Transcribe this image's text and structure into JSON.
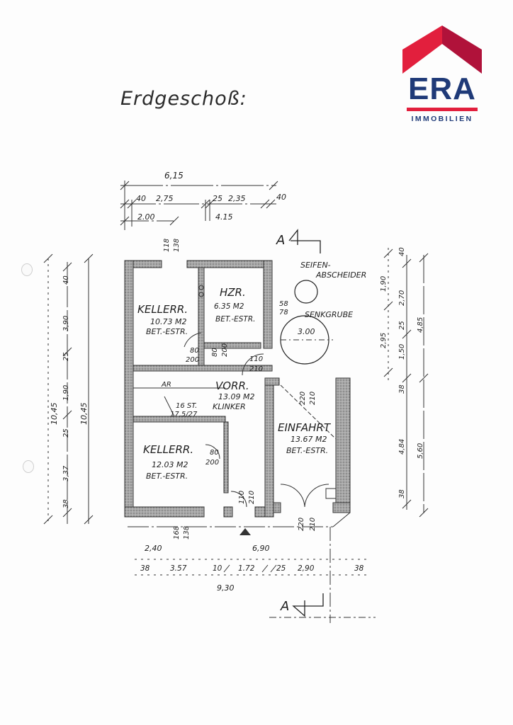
{
  "document": {
    "title": "Erdgeschoß:",
    "section_marker": "A"
  },
  "logo": {
    "brand": "ERA",
    "subtitle": "IMMOBILIEN",
    "colors": {
      "roof_left": "#e21f3d",
      "roof_right": "#b0123a",
      "text": "#1f3a78",
      "bar": "#e21f3d"
    }
  },
  "rooms": [
    {
      "name": "KELLERR.",
      "area": "10.73 M2",
      "floor": "BET.-ESTR."
    },
    {
      "name": "HZR.",
      "area": "6.35 M2",
      "floor": "BET.-ESTR."
    },
    {
      "name": "VORR.",
      "area": "13.09 M2",
      "floor": "KLINKER"
    },
    {
      "name": "KELLERR.",
      "area": "12.03 M2",
      "floor": "BET.-ESTR."
    },
    {
      "name": "EINFAHRT",
      "area": "13.67 M2",
      "floor": "BET.-ESTR."
    }
  ],
  "fixtures": {
    "soap_separator_line1": "SEIFEN-",
    "soap_separator_line2": "ABSCHEIDER",
    "soap_separator_dims": [
      "58",
      "78"
    ],
    "cesspit": "SENKGRUBE",
    "cesspit_diameter": "3.00",
    "stairs_symbol": "AR",
    "stairs_count": "16 ST.",
    "stairs_ratio": "17,5/27"
  },
  "openings": {
    "kellerr1_door": [
      "80",
      "200"
    ],
    "hzr_door": [
      "80",
      "200"
    ],
    "vorr_door": [
      "110",
      "210"
    ],
    "kellerr2_door": [
      "80",
      "200"
    ],
    "exit_door": [
      "110",
      "210"
    ],
    "einfahrt_top": [
      "220",
      "210"
    ],
    "einfahrt_bottom": [
      "220",
      "210"
    ],
    "window_top": [
      "118",
      "138"
    ],
    "window_bottom": [
      "168",
      "138"
    ]
  },
  "dimensions": {
    "top_total": "6,15",
    "top_row2": [
      "40",
      "2,75",
      "25",
      "2,35",
      "40"
    ],
    "top_row3": [
      "2.00",
      "4.15"
    ],
    "left_outer": "10,45",
    "left_inner": "10,45",
    "left_parts": [
      "40",
      "3,90",
      "25",
      "1,90",
      "25",
      "3,37",
      "38"
    ],
    "right_col1": [
      "1,90",
      "2,95"
    ],
    "right_col2": [
      "40",
      "2,70",
      "25",
      "1,50",
      "38",
      "4,84",
      "38"
    ],
    "right_col3": [
      "4,85",
      "5,60"
    ],
    "bottom_row1": [
      "2,40",
      "6,90"
    ],
    "bottom_row2": [
      "38",
      "3.57",
      "10",
      "1.72",
      "25",
      "2,90",
      "38"
    ],
    "bottom_total": "9,30"
  }
}
